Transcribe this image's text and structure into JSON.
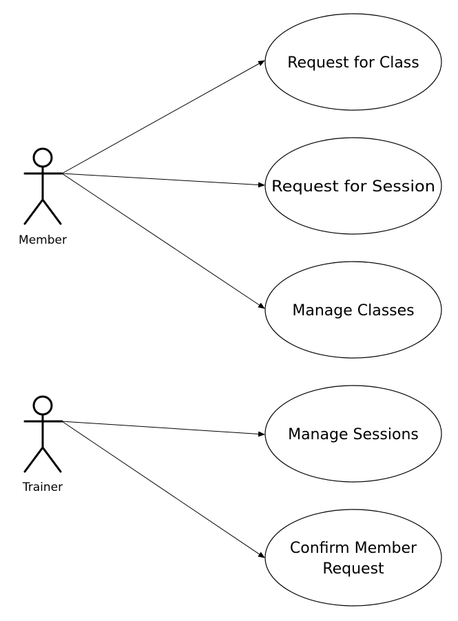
{
  "actors": [
    {
      "id": "member",
      "label": "Member"
    },
    {
      "id": "trainer",
      "label": "Trainer"
    }
  ],
  "use_cases": [
    {
      "id": "request-class",
      "lines": [
        "Request for Class"
      ]
    },
    {
      "id": "request-session",
      "lines": [
        "Request for Session"
      ]
    },
    {
      "id": "manage-classes",
      "lines": [
        "Manage Classes"
      ]
    },
    {
      "id": "manage-sessions",
      "lines": [
        "Manage Sessions"
      ]
    },
    {
      "id": "confirm-member-request",
      "lines": [
        "Confirm Member",
        "Request"
      ]
    }
  ],
  "associations": [
    {
      "from": "member",
      "to": "request-class"
    },
    {
      "from": "member",
      "to": "request-session"
    },
    {
      "from": "member",
      "to": "manage-classes"
    },
    {
      "from": "trainer",
      "to": "manage-sessions"
    },
    {
      "from": "trainer",
      "to": "confirm-member-request"
    }
  ]
}
